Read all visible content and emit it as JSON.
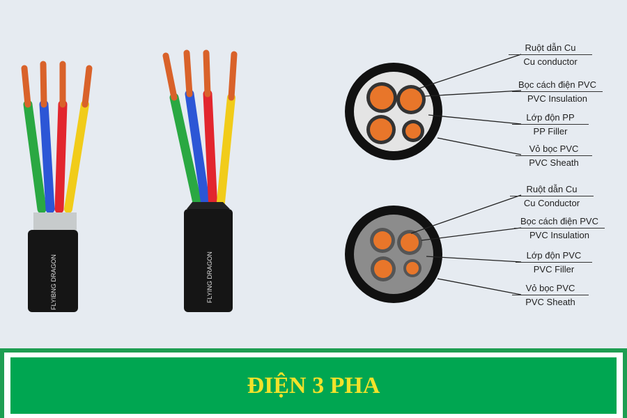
{
  "cable_prints": [
    "FLYIBNG DRAGON",
    "FLYING DRAGON"
  ],
  "diagram_top": {
    "labels": [
      {
        "vi": "Ruột dẫn Cu",
        "en": "Cu conductor"
      },
      {
        "vi": "Bọc cách điện PVC",
        "en": "PVC Insulation"
      },
      {
        "vi": "Lớp độn PP",
        "en": "PP Filler"
      },
      {
        "vi": "Vỏ bọc PVC",
        "en": "PVC Sheath"
      }
    ]
  },
  "diagram_bottom": {
    "labels": [
      {
        "vi": "Ruột dẫn Cu",
        "en": "Cu Conductor"
      },
      {
        "vi": "Bọc cách điện PVC",
        "en": "PVC Insulation"
      },
      {
        "vi": "Lớp độn PVC",
        "en": "PVC Filler"
      },
      {
        "vi": "Vỏ bọc PVC",
        "en": "PVC Sheath"
      }
    ]
  },
  "banner": {
    "title": "ĐIỆN 3 PHA"
  },
  "colors": {
    "green": "#00a651",
    "yellow": "#f2e22a",
    "copper": "#e8762a"
  }
}
